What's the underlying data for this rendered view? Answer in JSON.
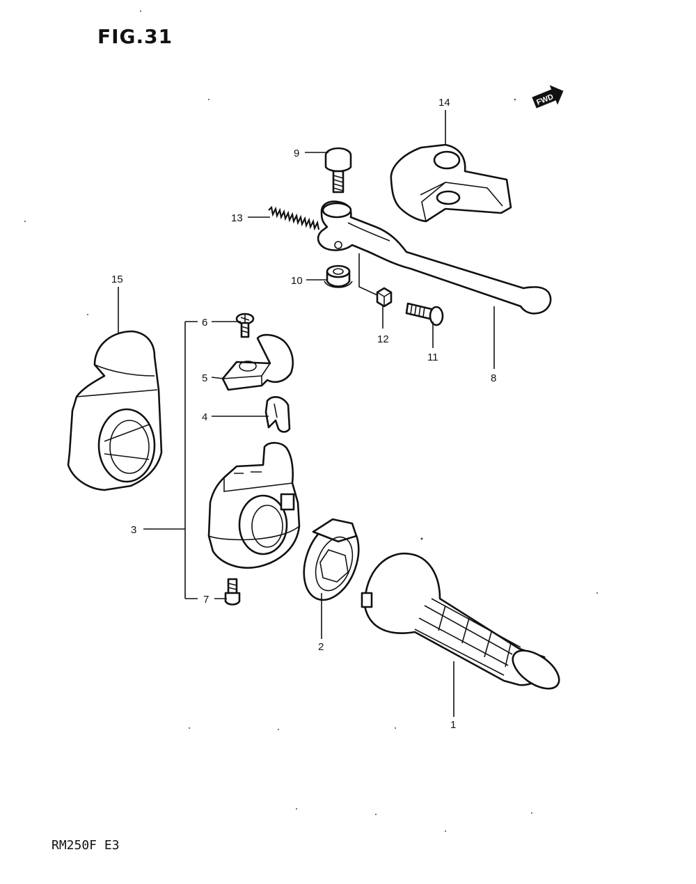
{
  "figure": {
    "title": "FIG.31",
    "model_code": "RM250F  E3",
    "fwd_label": "FWD"
  },
  "callouts": [
    {
      "id": "c1",
      "label": "1"
    },
    {
      "id": "c2",
      "label": "2"
    },
    {
      "id": "c3",
      "label": "3"
    },
    {
      "id": "c4",
      "label": "4"
    },
    {
      "id": "c5",
      "label": "5"
    },
    {
      "id": "c6",
      "label": "6"
    },
    {
      "id": "c7",
      "label": "7"
    },
    {
      "id": "c8",
      "label": "8"
    },
    {
      "id": "c9",
      "label": "9"
    },
    {
      "id": "c10",
      "label": "10"
    },
    {
      "id": "c11",
      "label": "11"
    },
    {
      "id": "c12",
      "label": "12"
    },
    {
      "id": "c13",
      "label": "13"
    },
    {
      "id": "c14",
      "label": "14"
    },
    {
      "id": "c15",
      "label": "15"
    }
  ]
}
